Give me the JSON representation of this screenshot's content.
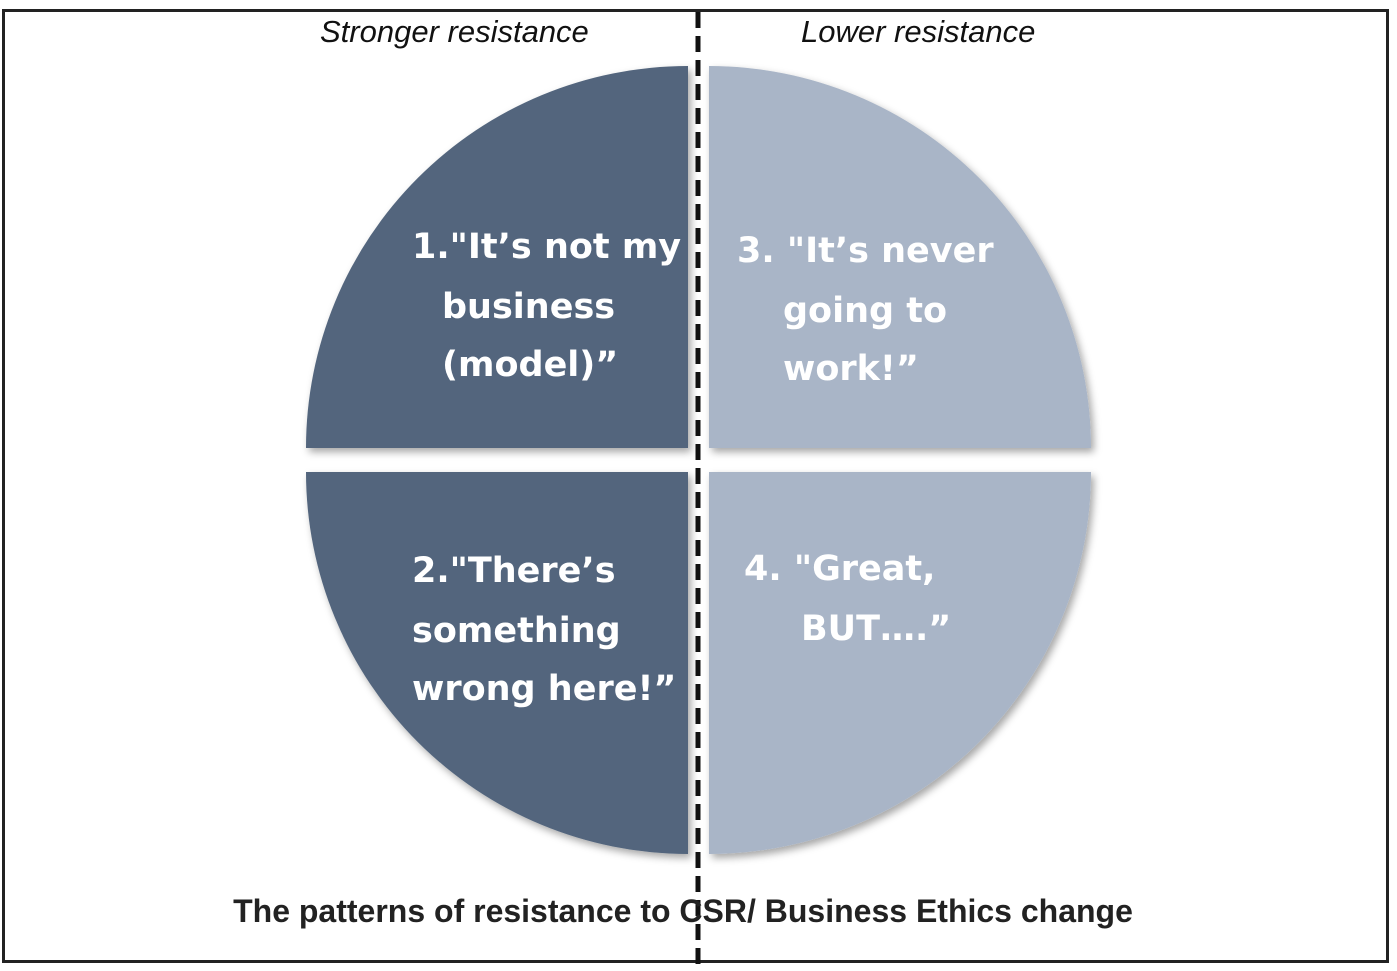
{
  "headers": {
    "left": "Stronger resistance",
    "right": "Lower resistance"
  },
  "quadrants": [
    {
      "id": "q1",
      "lines": [
        "1.\"It’s not my",
        "business",
        "(model)”"
      ]
    },
    {
      "id": "q2",
      "lines": [
        "2.\"There’s",
        "something",
        "wrong here!”"
      ]
    },
    {
      "id": "q3",
      "lines": [
        "3. \"It’s never",
        "going to",
        "work!”"
      ]
    },
    {
      "id": "q4",
      "lines": [
        "4. \"Great,",
        "BUT….”"
      ]
    }
  ],
  "caption": "The patterns of resistance to CSR/ Business Ethics change",
  "colors": {
    "dark_quadrant": "#52657d",
    "light_quadrant": "#a9b5c7",
    "divider": "#111111",
    "text_on_quadrant": "#ffffff"
  }
}
